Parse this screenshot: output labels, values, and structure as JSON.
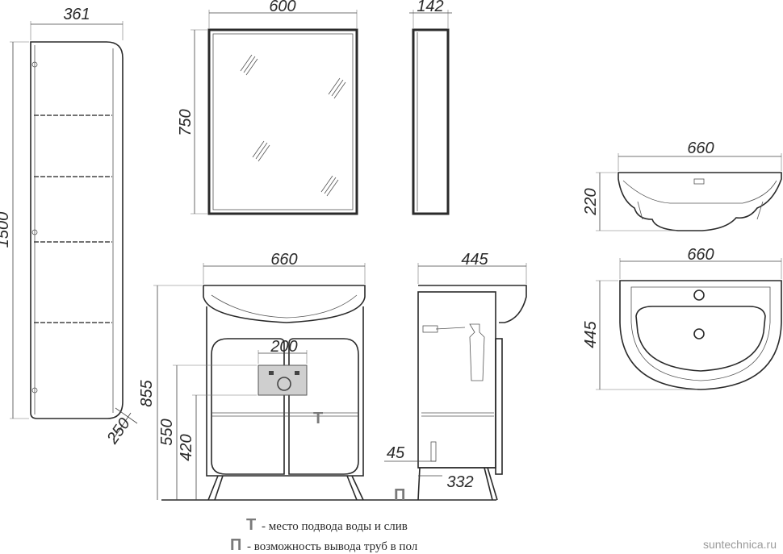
{
  "dimensions": {
    "cabinet_width": "361",
    "cabinet_height": "1500",
    "cabinet_depth": "250",
    "mirror_width": "600",
    "mirror_height": "750",
    "mirror_depth": "142",
    "basin_side_width": "660",
    "basin_side_height": "220",
    "basin_top_width": "660",
    "basin_top_depth": "445",
    "vanity_width": "660",
    "vanity_depth": "445",
    "vanity_height": "855",
    "outlet_width": "200",
    "outlet_height_550": "550",
    "outlet_height_420": "420",
    "pipe_offset": "45",
    "floor_outlet": "332"
  },
  "legend": {
    "t_symbol": "Т",
    "t_text": "- место подвода воды и слив",
    "p_symbol": "П",
    "p_text": "- возможность вывода труб в пол"
  },
  "watermark": "suntechnica.ru"
}
